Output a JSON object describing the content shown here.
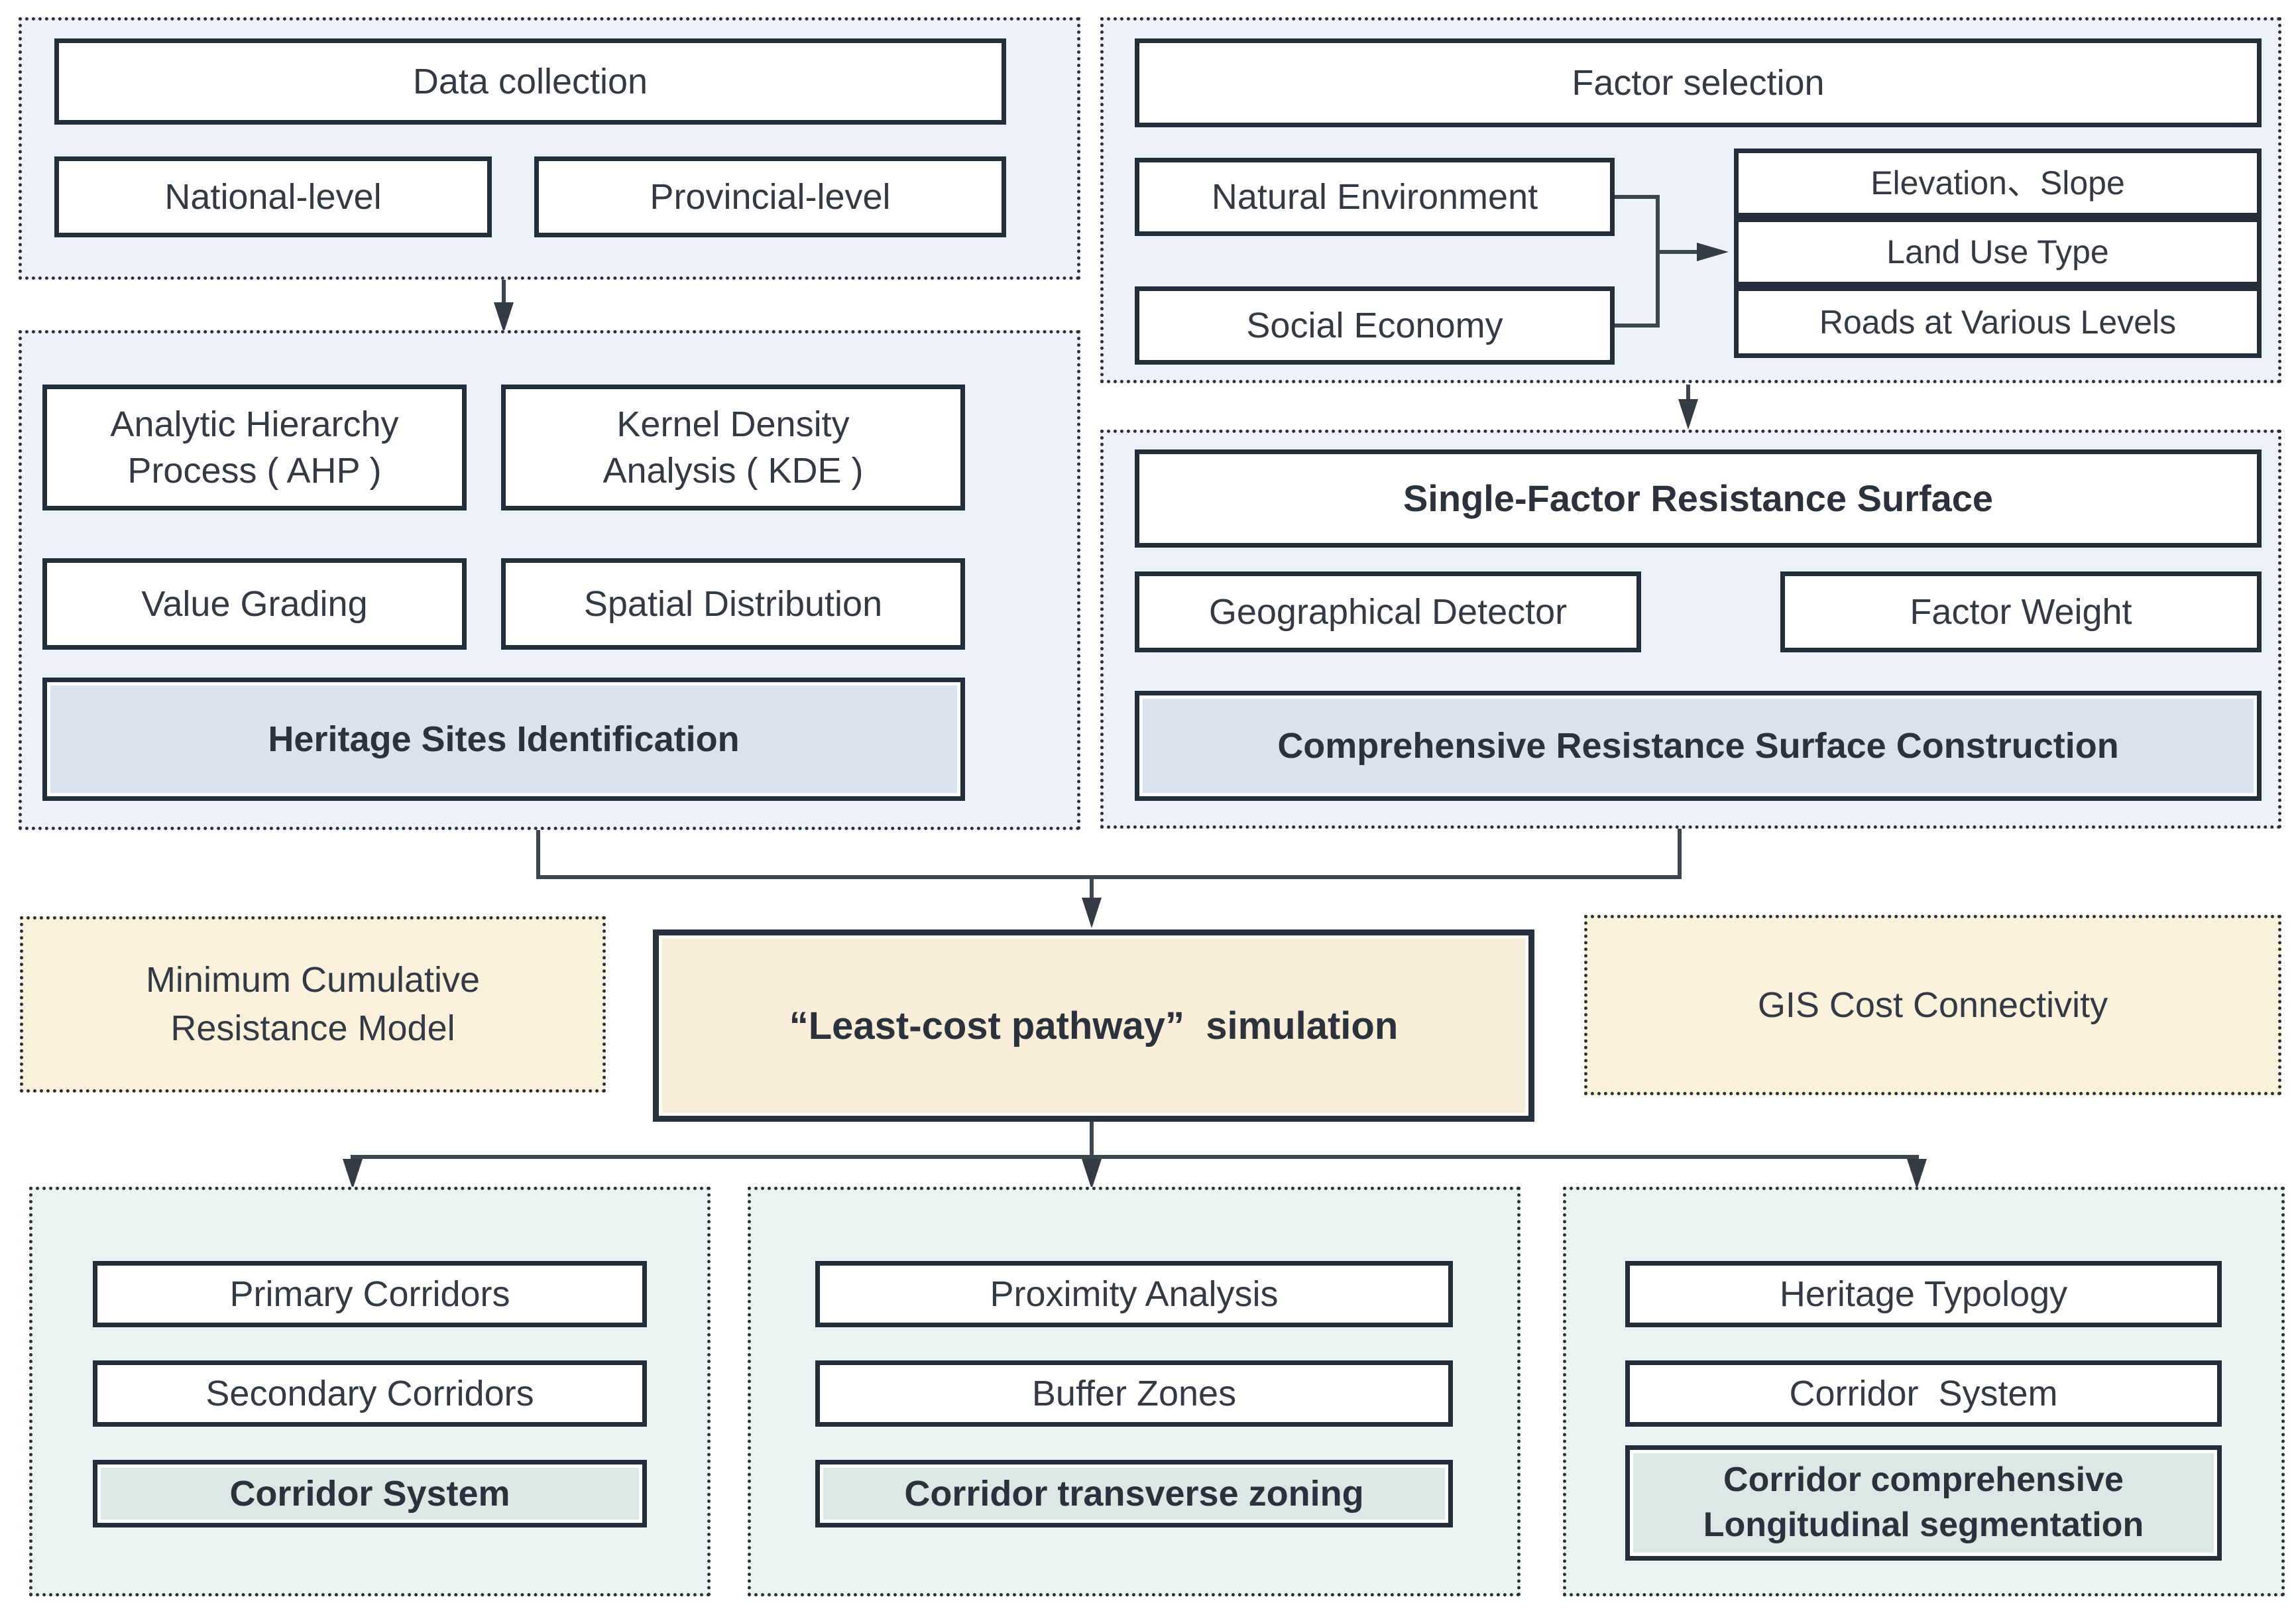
{
  "colors": {
    "panel_blue_bg": "#edf1f9",
    "panel_mint_bg": "#e9f4f2",
    "highlight_blue": "#dae2f0",
    "highlight_green": "#dce8e5",
    "beige_solid_bg": "#f7edd8",
    "beige_dotted_bg": "#faf1dd",
    "box_border": "#242e3a",
    "line_color": "#3d454e",
    "text_color": "#333a44"
  },
  "data_collection_panel": {
    "title": "Data collection",
    "national": "National-level",
    "provincial": "Provincial-level"
  },
  "identification_panel": {
    "ahp": "Analytic Hierarchy\nProcess ( AHP )",
    "kde": "Kernel Density\nAnalysis ( KDE )",
    "value_grading": "Value Grading",
    "spatial_distribution": "Spatial Distribution",
    "result": "Heritage Sites Identification"
  },
  "factor_selection_panel": {
    "title": "Factor selection",
    "natural_environment": "Natural Environment",
    "social_economy": "Social Economy",
    "factors": [
      "Elevation、Slope",
      "Land Use Type",
      "Roads at Various Levels"
    ]
  },
  "resistance_panel": {
    "single_factor": "Single-Factor Resistance Surface",
    "geographical_detector": "Geographical Detector",
    "factor_weight": "Factor Weight",
    "result": "Comprehensive Resistance Surface Construction"
  },
  "simulation_row": {
    "mcr_model": "Minimum Cumulative\nResistance Model",
    "least_cost": "“Least-cost pathway”  simulation",
    "gis_connectivity": "GIS Cost Connectivity"
  },
  "corridor_panel": {
    "primary": "Primary Corridors",
    "secondary": "Secondary Corridors",
    "result": "Corridor System"
  },
  "transverse_panel": {
    "proximity": "Proximity Analysis",
    "buffer": "Buffer Zones",
    "result": "Corridor transverse zoning"
  },
  "longitudinal_panel": {
    "typology": "Heritage Typology",
    "corridor_system": "Corridor  System",
    "result": "Corridor comprehensive\nLongitudinal segmentation"
  }
}
